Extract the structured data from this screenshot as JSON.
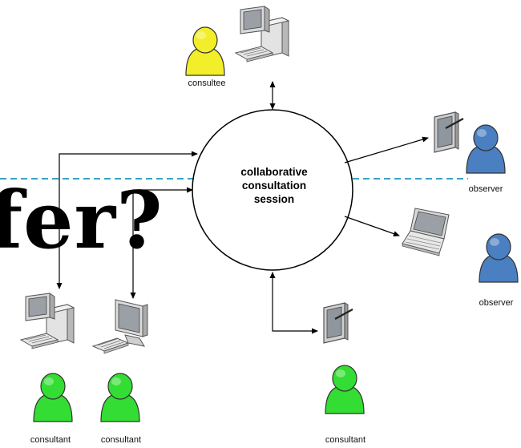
{
  "background_text": "fer?",
  "center": {
    "line1": "collaborative",
    "line2": "consultation",
    "line3": "session"
  },
  "labels": {
    "consultee": "consultee",
    "observer_1": "observer",
    "observer_2": "observer",
    "consultant_1": "consultant",
    "consultant_2": "consultant",
    "consultant_3": "consultant"
  },
  "colors": {
    "consultee_person": "#f2ee2a",
    "consultant_person": "#33dd33",
    "observer_person": "#4a7fc1",
    "dashed_line": "#3aa3c6"
  },
  "icons": [
    "desktop-computer-icon",
    "tablet-icon",
    "laptop-icon",
    "person-icon"
  ]
}
